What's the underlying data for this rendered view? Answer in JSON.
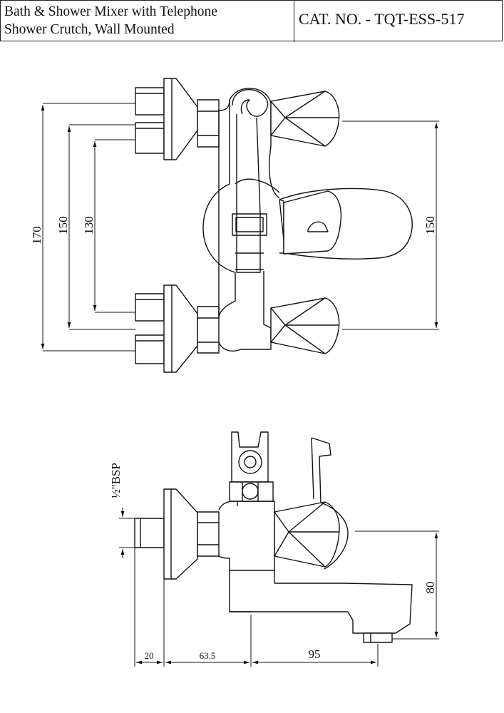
{
  "header": {
    "title": "Bath & Shower Mixer with Telephone\nShower Crutch, Wall Mounted",
    "cat_no": "CAT. NO. - TQT-ESS-517"
  },
  "front_view": {
    "dim_170": "170",
    "dim_150_left": "150",
    "dim_130": "130",
    "dim_150_right": "150"
  },
  "side_view": {
    "bsp_label": "½\"BSP",
    "dim_20": "20",
    "dim_63_5": "63.5",
    "dim_95": "95",
    "dim_80": "80"
  }
}
